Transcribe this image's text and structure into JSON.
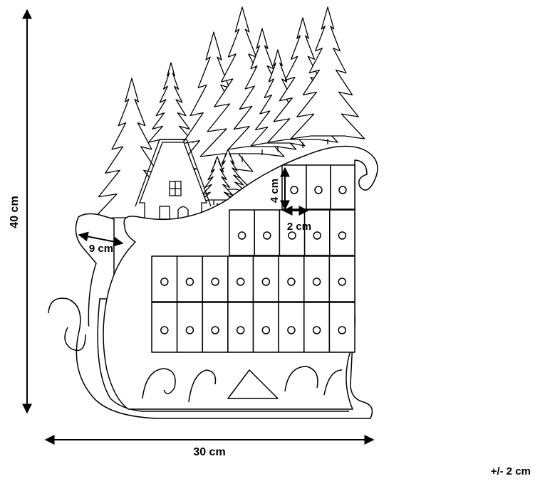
{
  "dimensions": {
    "height": "40 cm",
    "width": "30 cm",
    "depth": "9 cm",
    "door_height": "4 cm",
    "door_width": "2 cm"
  },
  "tolerance": "+/- 2 cm"
}
